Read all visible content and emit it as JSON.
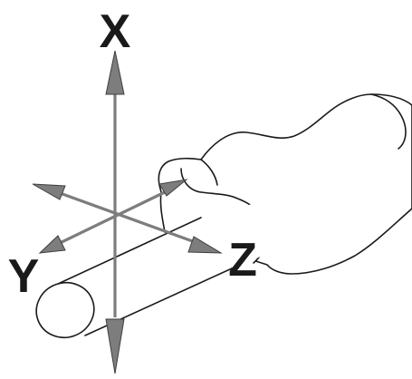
{
  "labels": {
    "x": "X",
    "y": "Y",
    "z": "Z"
  },
  "colors": {
    "background": "#ffffff",
    "line": "#1a1a1a",
    "arrow_fill": "#7d7d7d",
    "arrow_edge": "#3f3f3f"
  }
}
